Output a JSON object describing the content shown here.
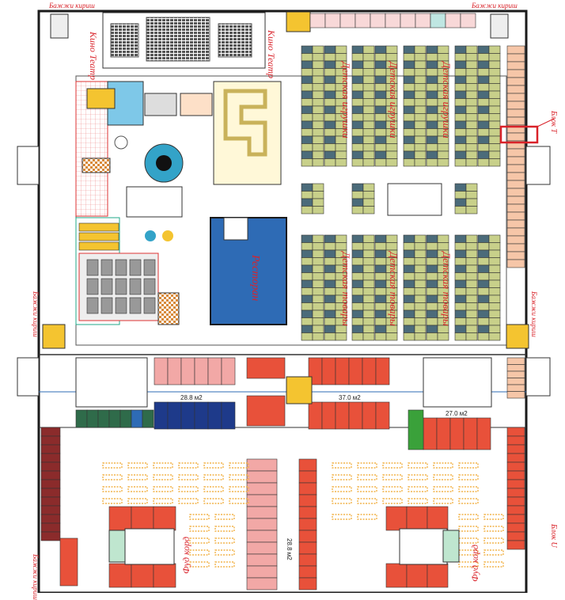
{
  "labels": {
    "cinema": "Кино Театр",
    "kids_toys": "Детская игрушки",
    "kids_goods": "Детская товары",
    "restaurant": "Ресторан",
    "food_court": "Фуд корд",
    "block_t": "Блок T",
    "block_u": "Блок U",
    "stair": "Бажжи кириш",
    "area_1": "28.8 м2",
    "area_2": "37.0 м2",
    "area_3": "27.0 м2",
    "area_4": "28.8 м2"
  },
  "colors": {
    "wall": "#1a1a1a",
    "red_shop": "#e8513a",
    "pink_shop": "#f2a8a6",
    "salmon": "#f6c6a8",
    "slate": "#4b6b7a",
    "olive": "#c8d08a",
    "blue": "#2e6bb5",
    "green": "#3aa13a",
    "tables": "#f2b34a",
    "label_red": "#d9232a"
  }
}
